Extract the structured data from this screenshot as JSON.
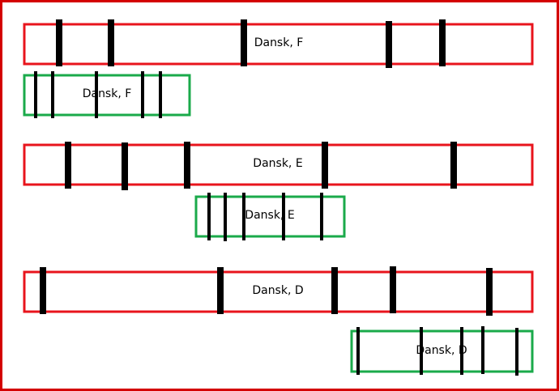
{
  "colors": {
    "frame": "#d40000",
    "long_bar": "#e8141c",
    "short_bar": "#1aaa4a",
    "ticks": "#000000",
    "background": "#ffffff"
  },
  "rows": [
    {
      "long_label": "Dansk, F",
      "short_label": "Dansk, F"
    },
    {
      "long_label": "Dansk, E",
      "short_label": "Dansk, E"
    },
    {
      "long_label": "Dansk, D",
      "short_label": "Dansk, D"
    }
  ]
}
